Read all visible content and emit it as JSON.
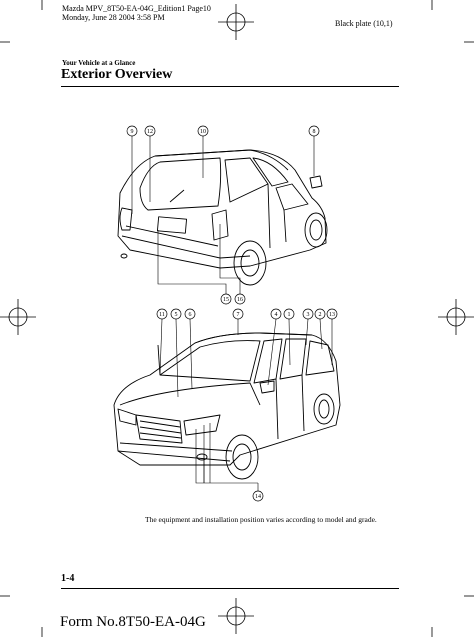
{
  "header": {
    "file_line1": "Mazda MPV_8T50-EA-04G_Edition1 Page10",
    "file_line2": "Monday, June 28 2004 3:58 PM",
    "plate": "Black plate (10,1)"
  },
  "section": {
    "label": "Your Vehicle at a Glance",
    "title": "Exterior Overview"
  },
  "figure": {
    "rear_view_callouts": [
      "9",
      "12",
      "10",
      "8",
      "15",
      "16"
    ],
    "front_view_callouts": [
      "11",
      "5",
      "6",
      "7",
      "4",
      "1",
      "3",
      "2",
      "13",
      "14"
    ],
    "caption": "The equipment and installation position varies according to model and grade."
  },
  "footer": {
    "page_number": "1-4",
    "form_number": "Form No.8T50-EA-04G"
  }
}
